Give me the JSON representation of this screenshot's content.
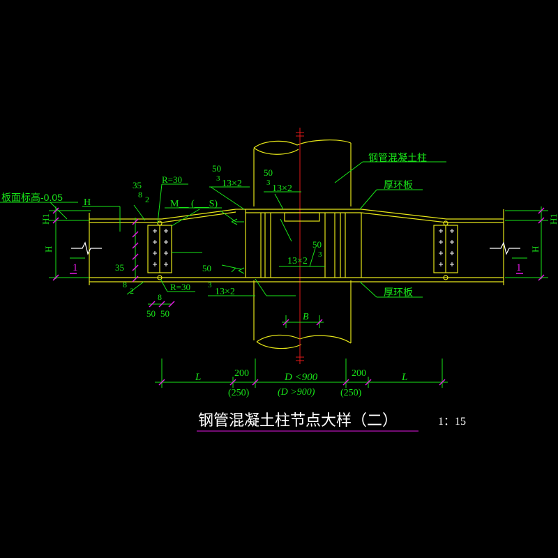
{
  "colors": {
    "background": "#000000",
    "outline": "#e6e619",
    "annotation": "#19e619",
    "dimension_tick": "#e619e6",
    "centerline": "#e61919",
    "title_text": "#ffffff"
  },
  "title": {
    "main": "钢管混凝土柱节点大样（二）",
    "scale": "1：15"
  },
  "labels": {
    "column": "钢管混凝土柱",
    "ring_plate_top": "厚环板",
    "ring_plate_bottom": "厚环板",
    "slab_elevation": "板面标高-0.05",
    "beam_h": "H",
    "beam_size": "M__ (___S)",
    "section_mark_left": "1",
    "section_mark_right": "1"
  },
  "weld": {
    "top_left_size": "50",
    "top_left_leg": "3",
    "top_left_spec": "13×2",
    "top_center_size": "50",
    "top_center_leg": "3",
    "top_center_spec": "13×2",
    "mid_size": "50",
    "mid_leg": "3",
    "mid_spec": "13×2",
    "bottom_leg": "3",
    "bottom_spec": "13×2",
    "bottom_size": "50",
    "plate_top_35": "35",
    "plate_top_8": "8",
    "plate_top_2": "2",
    "plate_bottom_35": "35",
    "plate_bottom_8": "8",
    "plate_bottom_2": "2",
    "radius_top": "R=30",
    "radius_bottom": "R=30",
    "bolt_spacing": "8",
    "bolt_edge_left": "50",
    "bolt_edge_right": "50"
  },
  "dims": {
    "h1_left": "H1",
    "h_left": "H",
    "h1_right": "H1",
    "h_right": "H",
    "b": "B",
    "l_left": "L",
    "ring_left": "200",
    "ring_left_alt": "(250)",
    "d_main": "D <900",
    "d_alt": "(D >900)",
    "ring_right": "200",
    "ring_right_alt": "(250)",
    "l_right": "L"
  }
}
